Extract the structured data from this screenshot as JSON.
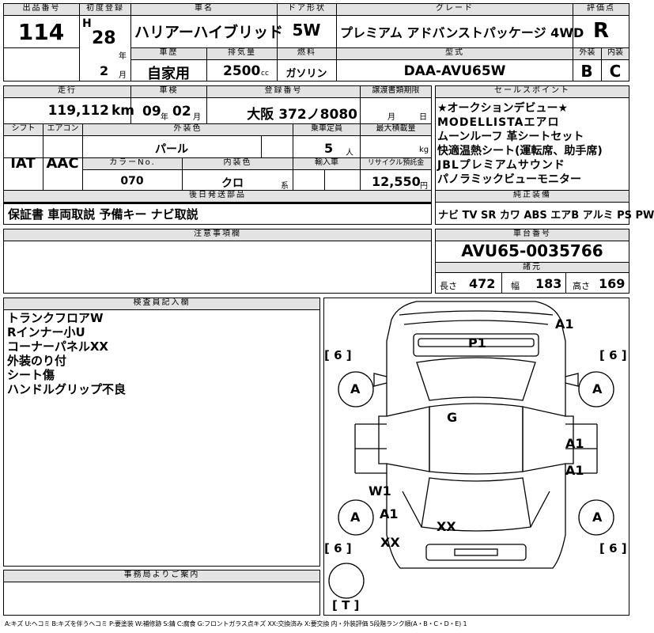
{
  "lot": {
    "label": "出品番号",
    "value": "114"
  },
  "first_reg": {
    "label": "初度登録",
    "era": "H",
    "year": "28",
    "year_unit": "年",
    "month": "2",
    "month_unit": "月"
  },
  "car_name": {
    "label": "車名",
    "value": "ハリアーハイブリッド"
  },
  "door": {
    "label": "ドア形状",
    "value": "5W"
  },
  "grade": {
    "label": "グレード",
    "value": "プレミアム アドバンストパッケージ 4WD"
  },
  "score": {
    "label": "評価点",
    "value": "R"
  },
  "history": {
    "label": "車歴",
    "value": "自家用"
  },
  "displacement": {
    "label": "排気量",
    "value": "2500",
    "unit": "cc"
  },
  "fuel": {
    "label": "燃料",
    "value": "ガソリン"
  },
  "model_code": {
    "label": "型式",
    "value": "DAA-AVU65W"
  },
  "exterior": {
    "label": "外装",
    "value": "B"
  },
  "interior": {
    "label": "内装",
    "value": "C"
  },
  "mileage": {
    "label": "走行",
    "value": "119,112",
    "unit": "km"
  },
  "inspection": {
    "label": "車検",
    "year": "09",
    "year_unit": "年",
    "month": "02",
    "month_unit": "月"
  },
  "registration": {
    "label": "登録番号",
    "value": "大阪 372ノ8080"
  },
  "transfer": {
    "label": "譲渡書類期限",
    "month_unit": "月",
    "day_unit": "日"
  },
  "shift": {
    "label": "シフト",
    "value": "IAT"
  },
  "aircon": {
    "label": "エアコン",
    "value": "AAC"
  },
  "color": {
    "label": "外装色",
    "value": "パール"
  },
  "capacity": {
    "label": "乗車定員",
    "value": "5",
    "unit": "人"
  },
  "max_load": {
    "label": "最大積載量",
    "unit": "kg"
  },
  "color_no": {
    "label": "カラーNo.",
    "value": "070"
  },
  "interior_color": {
    "label": "内装色",
    "value": "クロ",
    "unit": "系"
  },
  "import": {
    "label": "輸入車"
  },
  "recycle": {
    "label": "リサイクル預託金",
    "value": "12,550",
    "unit": "円"
  },
  "later_parts": {
    "label": "後日発送部品",
    "value": "保証書 車両取説 予備キー ナビ取説"
  },
  "sales_points": {
    "label": "セールスポイント",
    "items": [
      "★オークションデビュー★",
      "MODELLISTAエアロ",
      "ムーンルーフ 革シートセット",
      "快適温熱シート(運転席、助手席)",
      "JBLプレミアムサウンド",
      "パノラミックビューモニター"
    ]
  },
  "equipment": {
    "label": "純正装備",
    "value": "ナビ TV SR カワ ABS エアB アルミ PS PW"
  },
  "caution": {
    "label": "注意事項欄"
  },
  "chassis": {
    "label": "車台番号",
    "value": "AVU65-0035766"
  },
  "specs": {
    "label": "諸元",
    "length_label": "長さ",
    "length": "472",
    "width_label": "幅",
    "width": "183",
    "height_label": "高さ",
    "height": "169"
  },
  "inspector_notes": {
    "label": "検査員記入欄",
    "lines": [
      "トランクフロアW",
      "Rインナー小U",
      "コーナーパネルXX",
      "外装のり付",
      "シート傷",
      "ハンドルグリップ不良"
    ]
  },
  "office": {
    "label": "事務局よりご案内"
  },
  "diagram": {
    "marks": {
      "a1_top": "A1",
      "p1": "P1",
      "g": "G",
      "a1_right_mid": "A1",
      "a1_right_low": "A1",
      "w1": "W1",
      "a1_left": "A1",
      "xx_center": "XX",
      "xx_left": "XX"
    },
    "tires": {
      "fl": "A",
      "fr": "A",
      "rl": "A",
      "rr": "A"
    },
    "brackets": {
      "tl": "[ 6 ]",
      "tr": "[ 6 ]",
      "bl": "[ 6 ]",
      "br": "[ 6 ]",
      "spare": "[ T ]"
    }
  },
  "legend": "A:キズ U:ヘコミ B:キズを伴うヘコミ P:要塗装 W:補修跡 S:錆 C:腐食 G:フロントガラス点キズ XX:交換済み X:要交換 内・外装評価 5段階ランク順(A・B・C・D・E) 1"
}
